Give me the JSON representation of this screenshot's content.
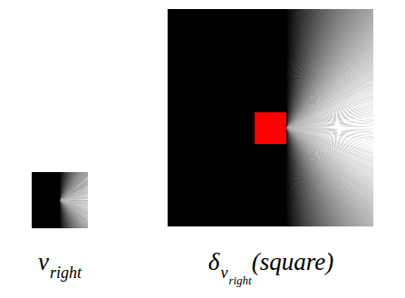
{
  "diagram": {
    "labels": [
      "ν",
      "right",
      "δ",
      "ν",
      "right",
      "(square)"
    ]
  }
}
